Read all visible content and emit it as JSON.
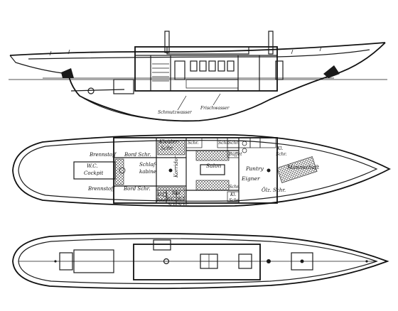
{
  "profile": {
    "labels": {
      "schmutzwasser": "Schmutzwasser",
      "frischwasser": "Frischwasser"
    }
  },
  "accommodation": {
    "labels": {
      "brennstoff_top": "Brennstoff",
      "bord_schr_top": "Bord Schr.",
      "kleider_schr_1": "Kleider-",
      "kleider_schr_2": "Schr.",
      "schr_top_b": "Schr.",
      "schr_top_c": "Schr.",
      "schr_top_d": "Schr.",
      "kl_schr_top_1": "Kl.",
      "kl_schr_top_2": "Schr.",
      "wc": "W.C.",
      "cockpit": "Cockpit",
      "schlaf_1": "Schlaf-",
      "schlaf_2": "kabine",
      "korridor": "Korridor",
      "salon": "Salon",
      "pantry": "Pantry",
      "eigner": "Eigner",
      "mannschaft": "Mannschaft",
      "buffet": "Büffet",
      "schr_salon": "Schr.",
      "brennstoff_bottom": "Brennstoff",
      "bord_schr_bottom": "Bord Schr.",
      "kl_bottom_1": "Kl.",
      "kl_bottom_2": "Schr.",
      "bad_wc_1": "Bad",
      "bad_wc_2": "W.C. W.T.",
      "schr_bottom_a": "Schr.",
      "schr_bottom_b": "Schr.",
      "kl_bottom_r_1": "Kl.",
      "kl_bottom_r_2": "Schr.",
      "olz_schr": "Ölz. Schr."
    }
  }
}
